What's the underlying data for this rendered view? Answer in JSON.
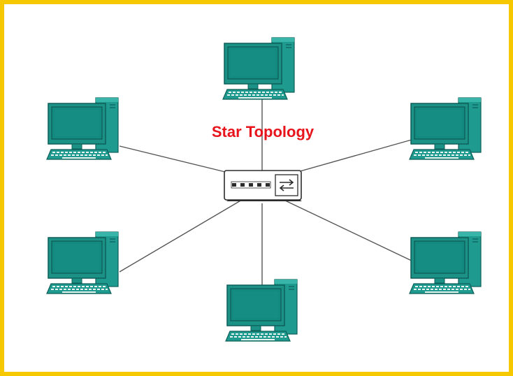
{
  "diagram": {
    "title": "Star Topology",
    "hub": {
      "type": "switch",
      "icon": "network-switch-icon"
    },
    "nodes": [
      {
        "id": "pc-top",
        "icon": "desktop-computer-icon"
      },
      {
        "id": "pc-top-left",
        "icon": "desktop-computer-icon"
      },
      {
        "id": "pc-top-right",
        "icon": "desktop-computer-icon"
      },
      {
        "id": "pc-bottom-left",
        "icon": "desktop-computer-icon"
      },
      {
        "id": "pc-bottom",
        "icon": "desktop-computer-icon"
      },
      {
        "id": "pc-bottom-right",
        "icon": "desktop-computer-icon"
      }
    ],
    "colors": {
      "frame": "#f6c800",
      "title": "#e8141c",
      "screen": "#138a80",
      "device_light": "#2aa79b",
      "device_dark": "#0d5f58",
      "link": "#555555"
    }
  }
}
